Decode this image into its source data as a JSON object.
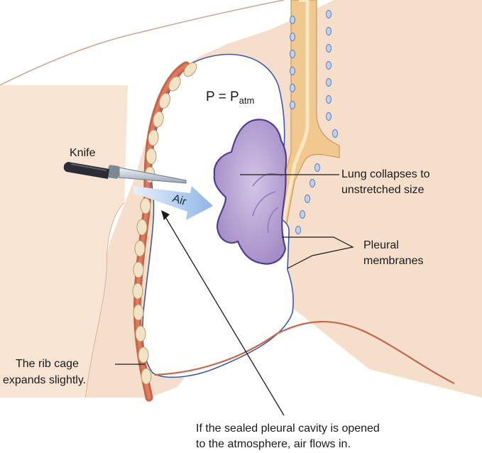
{
  "labels": {
    "pressure_p": "P = P",
    "pressure_sub": "atm",
    "knife": "Knife",
    "air": "Air",
    "lung_line1": "Lung collapses to",
    "lung_line2": "unstretched size",
    "pleural_line1": "Pleural",
    "pleural_line2": "membranes",
    "ribcage_line1": "The rib cage",
    "ribcage_line2": "expands slightly.",
    "caption_line1": "If the sealed pleural cavity is opened",
    "caption_line2": "to the atmosphere, air flows in."
  },
  "colors": {
    "skin": "#f3dcc6",
    "skin_outline": "#c9a78d",
    "pleural_cavity": "#ffffff",
    "pleura_line": "#3d5aa8",
    "lung_fill": "#b9a3d3",
    "lung_outline": "#5a4c9c",
    "trachea": "#f0c98c",
    "rib": "#c8644a",
    "air_arrow": "#a9c8ec"
  }
}
